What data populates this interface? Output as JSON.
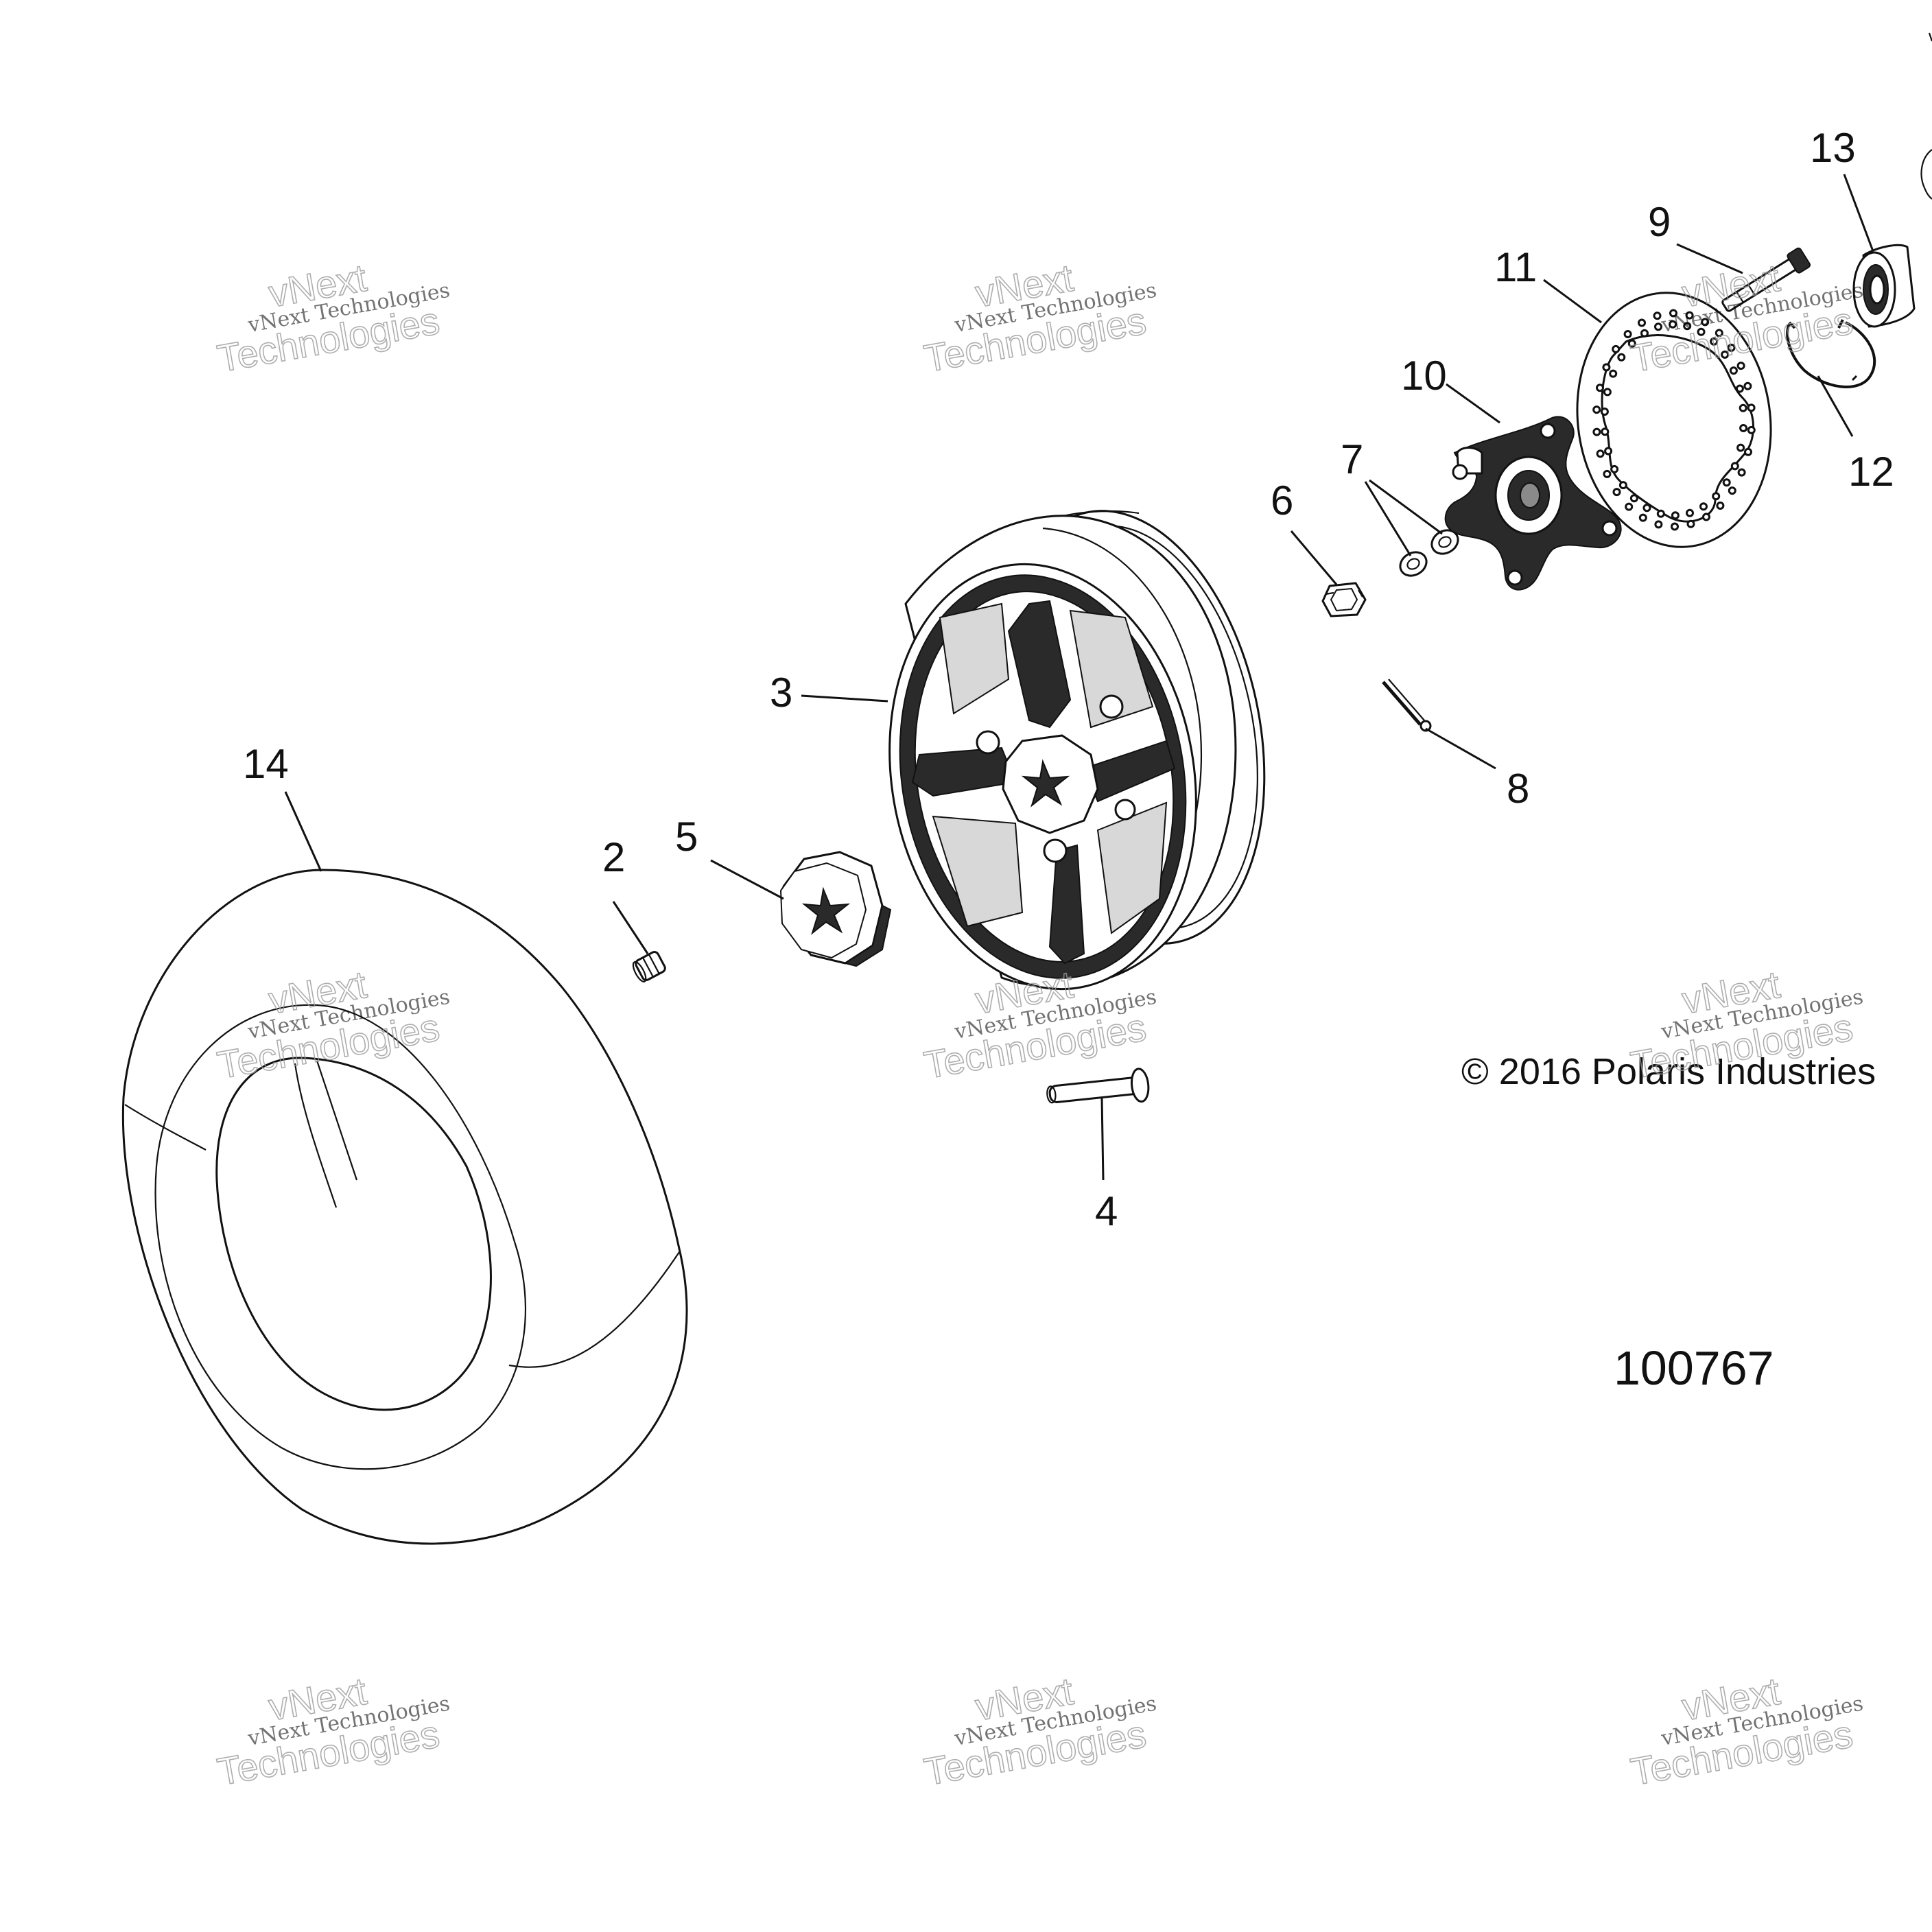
{
  "callouts": [
    {
      "id": "2",
      "part": "valve-stem"
    },
    {
      "id": "3",
      "part": "wheel-rim"
    },
    {
      "id": "4",
      "part": "lug-bolt"
    },
    {
      "id": "5",
      "part": "center-cap"
    },
    {
      "id": "6",
      "part": "castle-nut"
    },
    {
      "id": "7",
      "part": "washers"
    },
    {
      "id": "8",
      "part": "cotter-pin"
    },
    {
      "id": "9",
      "part": "brake-disc-bolt"
    },
    {
      "id": "10",
      "part": "wheel-hub"
    },
    {
      "id": "11",
      "part": "brake-disc"
    },
    {
      "id": "12",
      "part": "retaining-ring"
    },
    {
      "id": "13",
      "part": "wheel-bearing"
    },
    {
      "id": "14",
      "part": "tire"
    }
  ],
  "copyright": "© 2016 Polaris Industries",
  "figure_number": "100767",
  "watermark": {
    "line1": "vNext Technologies",
    "line2": "vNext",
    "line3": "Technologies"
  }
}
